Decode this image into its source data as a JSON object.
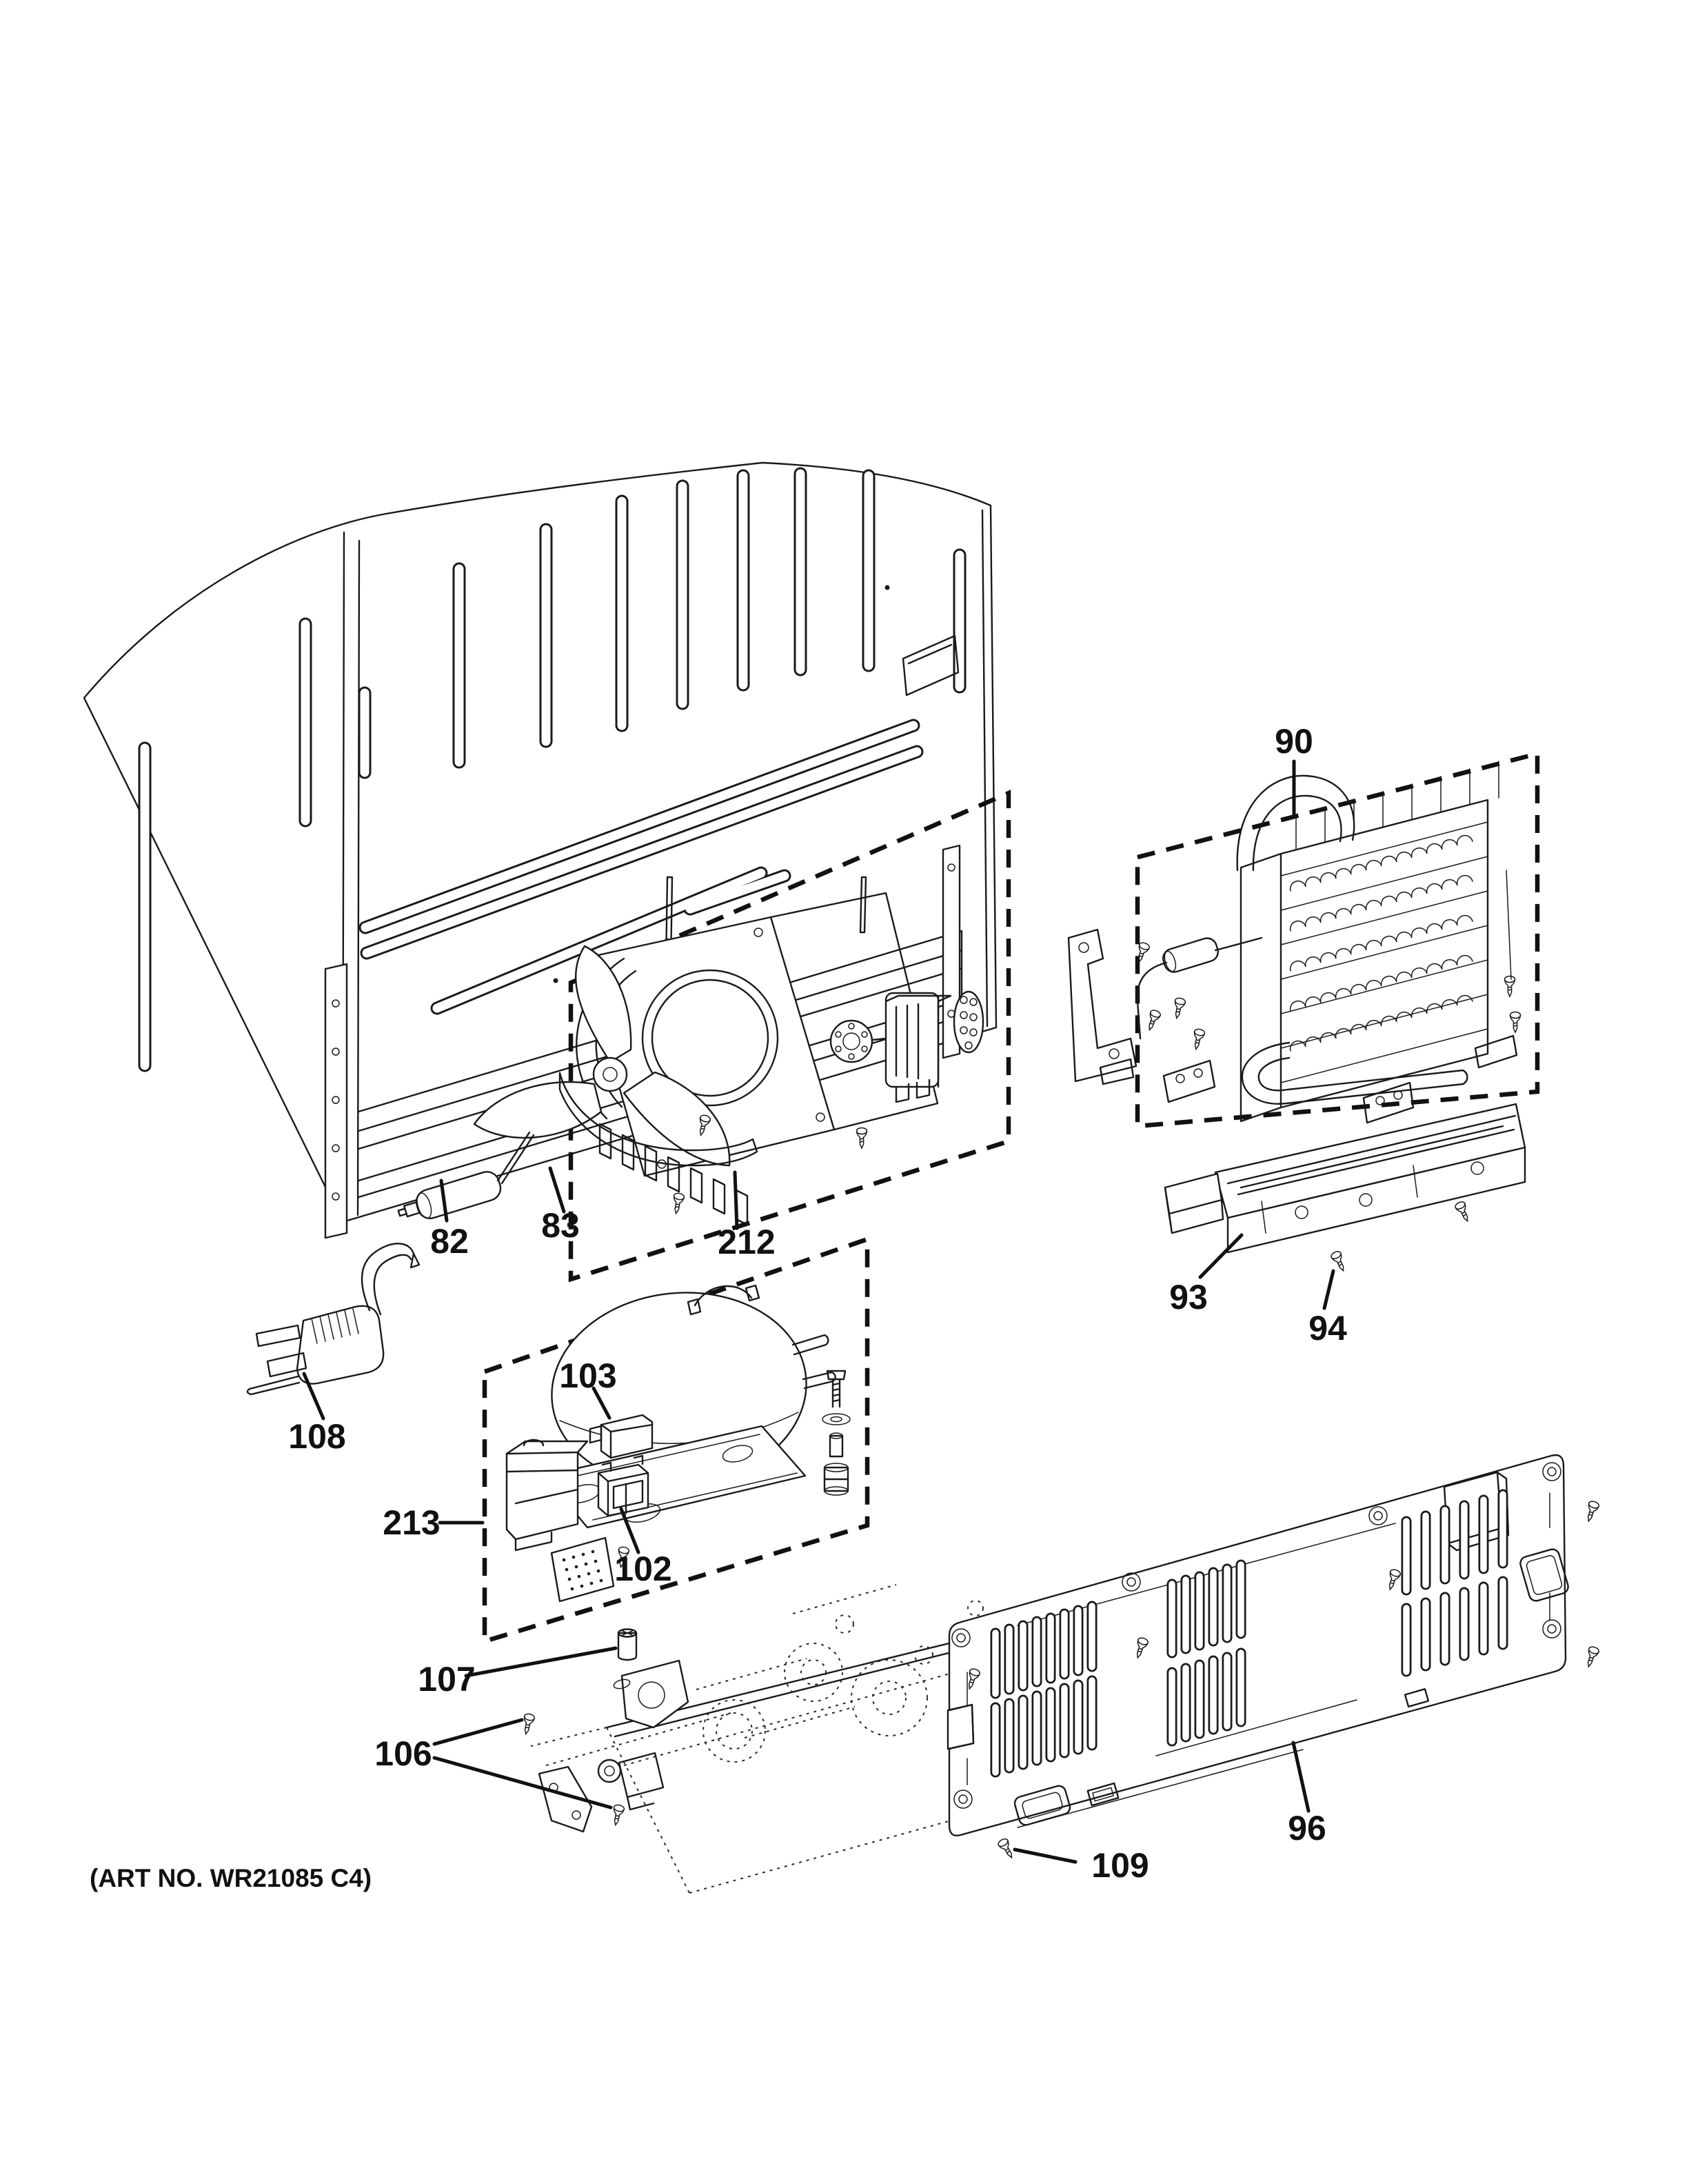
{
  "figure": {
    "art_no": "(ART NO. WR21085 C4)"
  },
  "colors": {
    "line": "#1a1a1a",
    "background": "#ffffff"
  },
  "callouts": [
    {
      "label": "82"
    },
    {
      "label": "83"
    },
    {
      "label": "90"
    },
    {
      "label": "93"
    },
    {
      "label": "94"
    },
    {
      "label": "96"
    },
    {
      "label": "102"
    },
    {
      "label": "103"
    },
    {
      "label": "106"
    },
    {
      "label": "107"
    },
    {
      "label": "108"
    },
    {
      "label": "109"
    },
    {
      "label": "212"
    },
    {
      "label": "213"
    }
  ]
}
